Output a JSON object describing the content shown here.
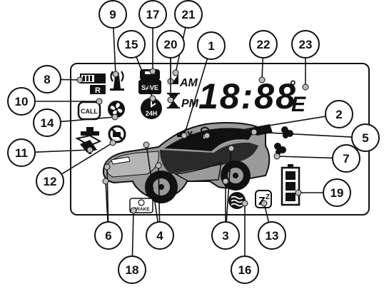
{
  "callouts": [
    {
      "id": "c1",
      "label": "1"
    },
    {
      "id": "c2",
      "label": "2"
    },
    {
      "id": "c3",
      "label": "3"
    },
    {
      "id": "c4",
      "label": "4"
    },
    {
      "id": "c5",
      "label": "5"
    },
    {
      "id": "c6",
      "label": "6"
    },
    {
      "id": "c7",
      "label": "7"
    },
    {
      "id": "c8",
      "label": "8"
    },
    {
      "id": "c9",
      "label": "9"
    },
    {
      "id": "c10",
      "label": "10"
    },
    {
      "id": "c11",
      "label": "11"
    },
    {
      "id": "c12",
      "label": "12"
    },
    {
      "id": "c13",
      "label": "13"
    },
    {
      "id": "c14",
      "label": "14"
    },
    {
      "id": "c15",
      "label": "15"
    },
    {
      "id": "c16",
      "label": "16"
    },
    {
      "id": "c17",
      "label": "17"
    },
    {
      "id": "c18",
      "label": "18"
    },
    {
      "id": "c19",
      "label": "19"
    },
    {
      "id": "c20",
      "label": "20"
    },
    {
      "id": "c21",
      "label": "21"
    },
    {
      "id": "c22",
      "label": "22"
    },
    {
      "id": "c23",
      "label": "23"
    }
  ],
  "display": {
    "am": "AM",
    "pm": "PM",
    "clock": "18:88",
    "degree": "°",
    "unit": "E",
    "save": "SAVE",
    "call": "CALL",
    "timer24": "24H",
    "brake": "BRAKE",
    "snooze": "Z",
    "snooze_small": "Z",
    "pager": "II",
    "pager_r": "R"
  },
  "colors": {
    "ink": "#111111",
    "body_grey": "#9a9a9a",
    "dark_grey": "#5a5a5a",
    "dot_grey": "#bcbcbc"
  }
}
